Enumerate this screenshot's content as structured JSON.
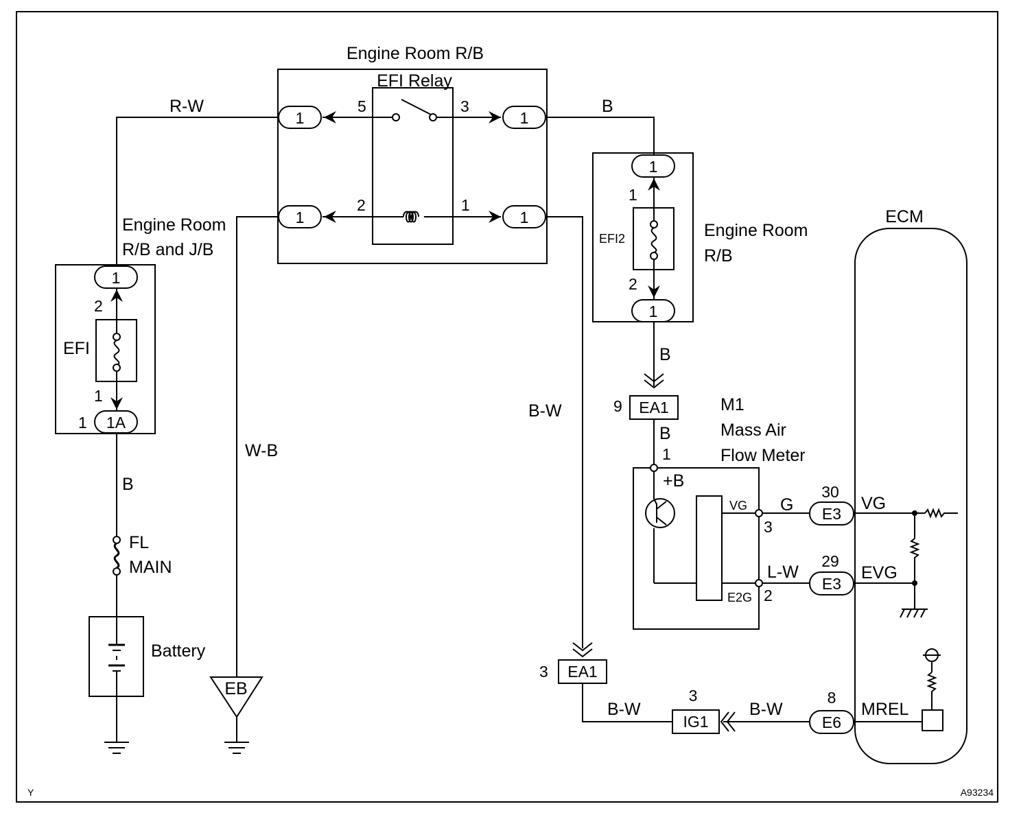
{
  "title": "Engine Room R/B",
  "labels": {
    "efi_relay": "EFI Relay",
    "er_rb_jb_line1": "Engine Room",
    "er_rb_jb_line2": "R/B and J/B",
    "er_rb2_line1": "Engine Room",
    "er_rb2_line2": "R/B",
    "ecm": "ECM",
    "efi_fuse": "EFI",
    "efi2_fuse": "EFI2",
    "fl_main_line1": "FL",
    "fl_main_line2": "MAIN",
    "battery": "Battery",
    "ground_eb": "EB",
    "maf_code": "M1",
    "maf_line1": "Mass Air",
    "maf_line2": "Flow Meter",
    "maf_plus_b": "+B",
    "maf_vg": "VG",
    "maf_e2g": "E2G",
    "ecm_vg": "VG",
    "ecm_evg": "EVG",
    "ecm_mrel": "MREL",
    "corner_left": "Y",
    "figure_id": "A93234"
  },
  "wires": {
    "rw": "R-W",
    "b_top": "B",
    "wb": "W-B",
    "bw_vertical": "B-W",
    "b_left": "B",
    "b_efi2": "B",
    "b_maf": "B",
    "g": "G",
    "lw": "L-W",
    "bw_bottom1": "B-W",
    "bw_bottom2": "B-W"
  },
  "connectors": {
    "c1": "1",
    "c1a": "1A",
    "ea1": "EA1",
    "e3": "E3",
    "e6": "E6",
    "ig1": "IG1"
  },
  "pins": {
    "relay_5": "5",
    "relay_3": "3",
    "relay_2": "2",
    "relay_1": "1",
    "efi_top": "2",
    "efi_bottom": "1",
    "efi_1a_pin": "1",
    "efi2_top": "1",
    "efi2_bottom": "2",
    "ea1_top_pin": "9",
    "ea1_bottom_pin": "3",
    "maf_pin1": "1",
    "maf_pin3": "3",
    "maf_pin2": "2",
    "e3_vg_pin": "30",
    "e3_evg_pin": "29",
    "e6_pin": "8",
    "ig1_pin": "3"
  }
}
